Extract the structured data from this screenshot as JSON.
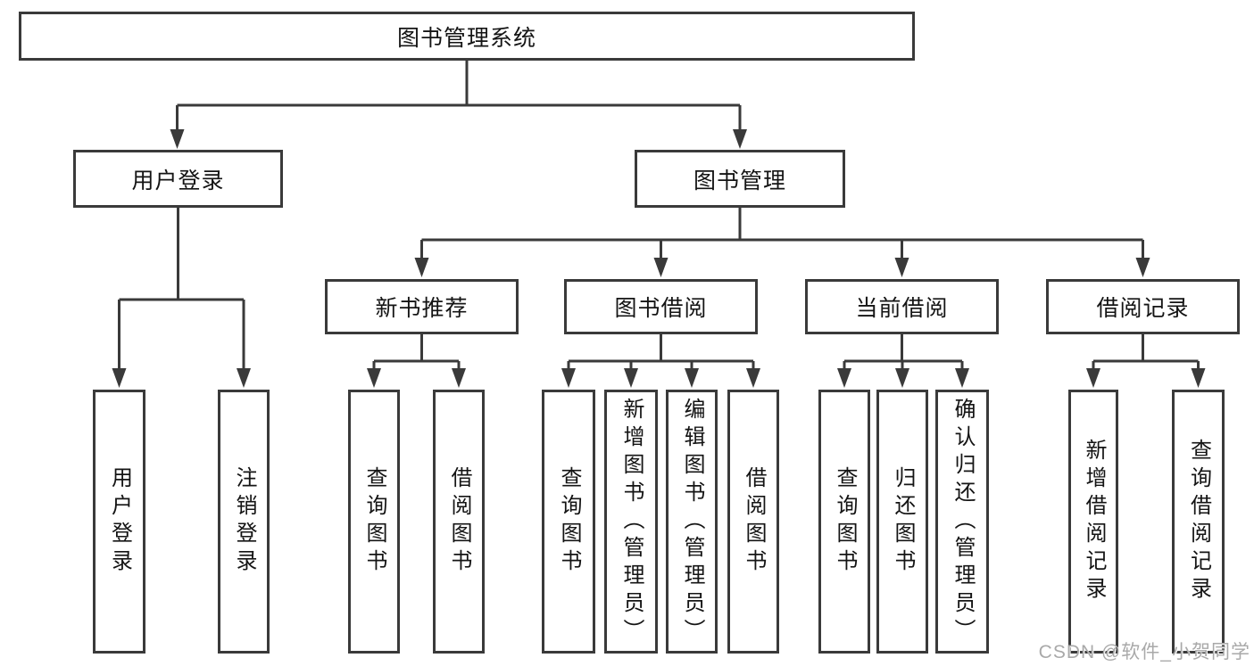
{
  "tree": {
    "label": "图书管理系统",
    "children": [
      {
        "label": "用户登录",
        "children": [
          {
            "label": "用户登录"
          },
          {
            "label": "注销登录"
          }
        ]
      },
      {
        "label": "图书管理",
        "children": [
          {
            "label": "新书推荐",
            "children": [
              {
                "label": "查询图书"
              },
              {
                "label": "借阅图书"
              }
            ]
          },
          {
            "label": "图书借阅",
            "children": [
              {
                "label": "查询图书"
              },
              {
                "label": "新增图书（管理员）"
              },
              {
                "label": "编辑图书（管理员）"
              },
              {
                "label": "借阅图书"
              }
            ]
          },
          {
            "label": "当前借阅",
            "children": [
              {
                "label": "查询图书"
              },
              {
                "label": "归还图书"
              },
              {
                "label": "确认归还（管理员）"
              }
            ]
          },
          {
            "label": "借阅记录",
            "children": [
              {
                "label": "新增借阅记录"
              },
              {
                "label": "查询借阅记录"
              }
            ]
          }
        ]
      }
    ]
  },
  "watermark": "CSDN @软件_小贺同学",
  "colors": {
    "line": "#3a3a3a",
    "box_border": "#3a3a3a",
    "text": "#141414",
    "background": "#ffffff",
    "watermark_text": "#a9a9a9"
  }
}
